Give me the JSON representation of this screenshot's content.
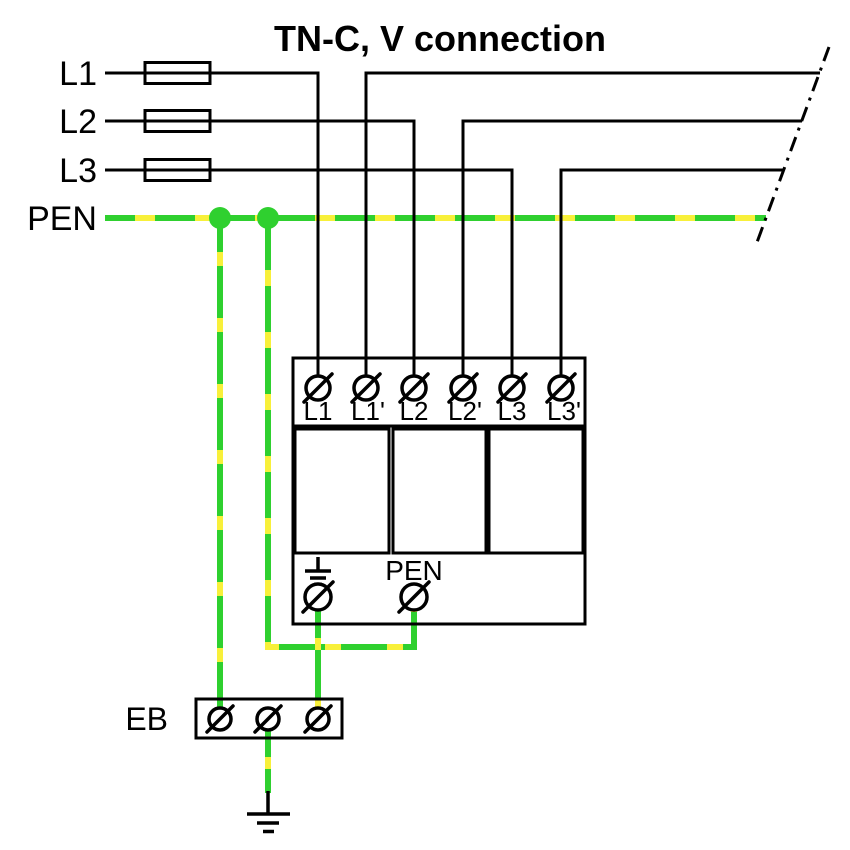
{
  "title": "TN-C, V connection",
  "feeders": {
    "l1": "L1",
    "l2": "L2",
    "l3": "L3",
    "pen": "PEN"
  },
  "spd": {
    "terminals": [
      {
        "label": "L1"
      },
      {
        "label": "L1'"
      },
      {
        "label": "L2"
      },
      {
        "label": "L2'"
      },
      {
        "label": "L3"
      },
      {
        "label": "L3'"
      }
    ],
    "pen_terminal": "PEN"
  },
  "earth_bar": {
    "label": "EB",
    "terminal_count": "3"
  },
  "colors": {
    "wire_green": "#2FD02F",
    "wire_yellow": "#F8F03A",
    "line_black": "#000000",
    "background": "#FFFFFF"
  }
}
